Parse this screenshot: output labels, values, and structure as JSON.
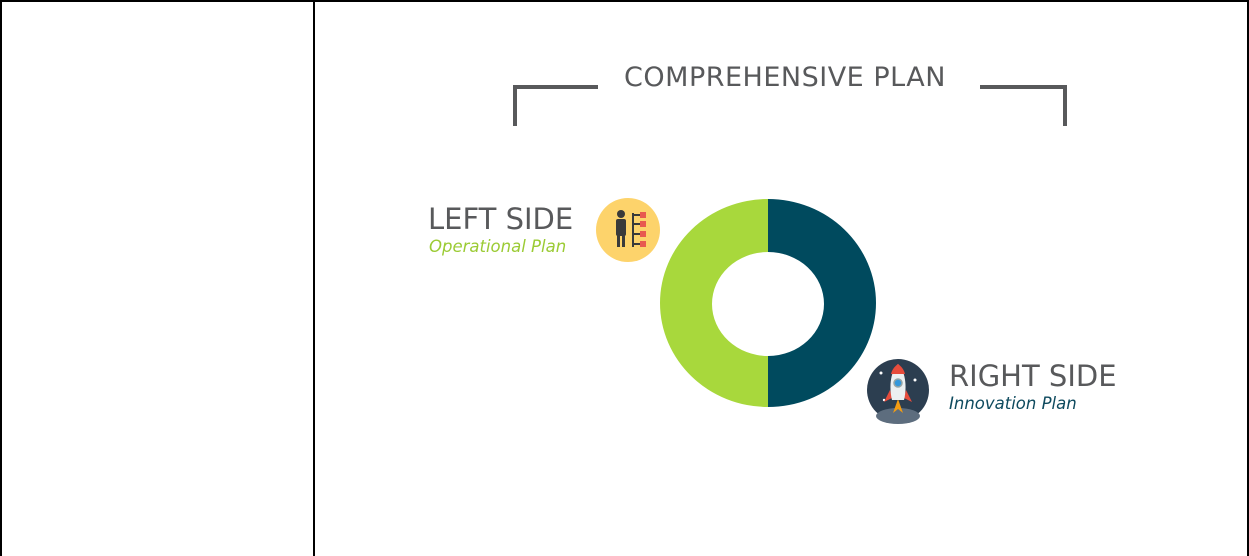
{
  "diagram": {
    "title": "COMPREHENSIVE PLAN",
    "left": {
      "heading": "LEFT SIDE",
      "subheading": "Operational Plan",
      "color": "#a8d83c",
      "icon": "org-chart-icon",
      "icon_bg": "#fdd36b"
    },
    "right": {
      "heading": "RIGHT SIDE",
      "subheading": "Innovation Plan",
      "color": "#004a5e",
      "icon": "rocket-icon",
      "icon_bg": "#2c3e50"
    },
    "bracket_color": "#58595b"
  }
}
